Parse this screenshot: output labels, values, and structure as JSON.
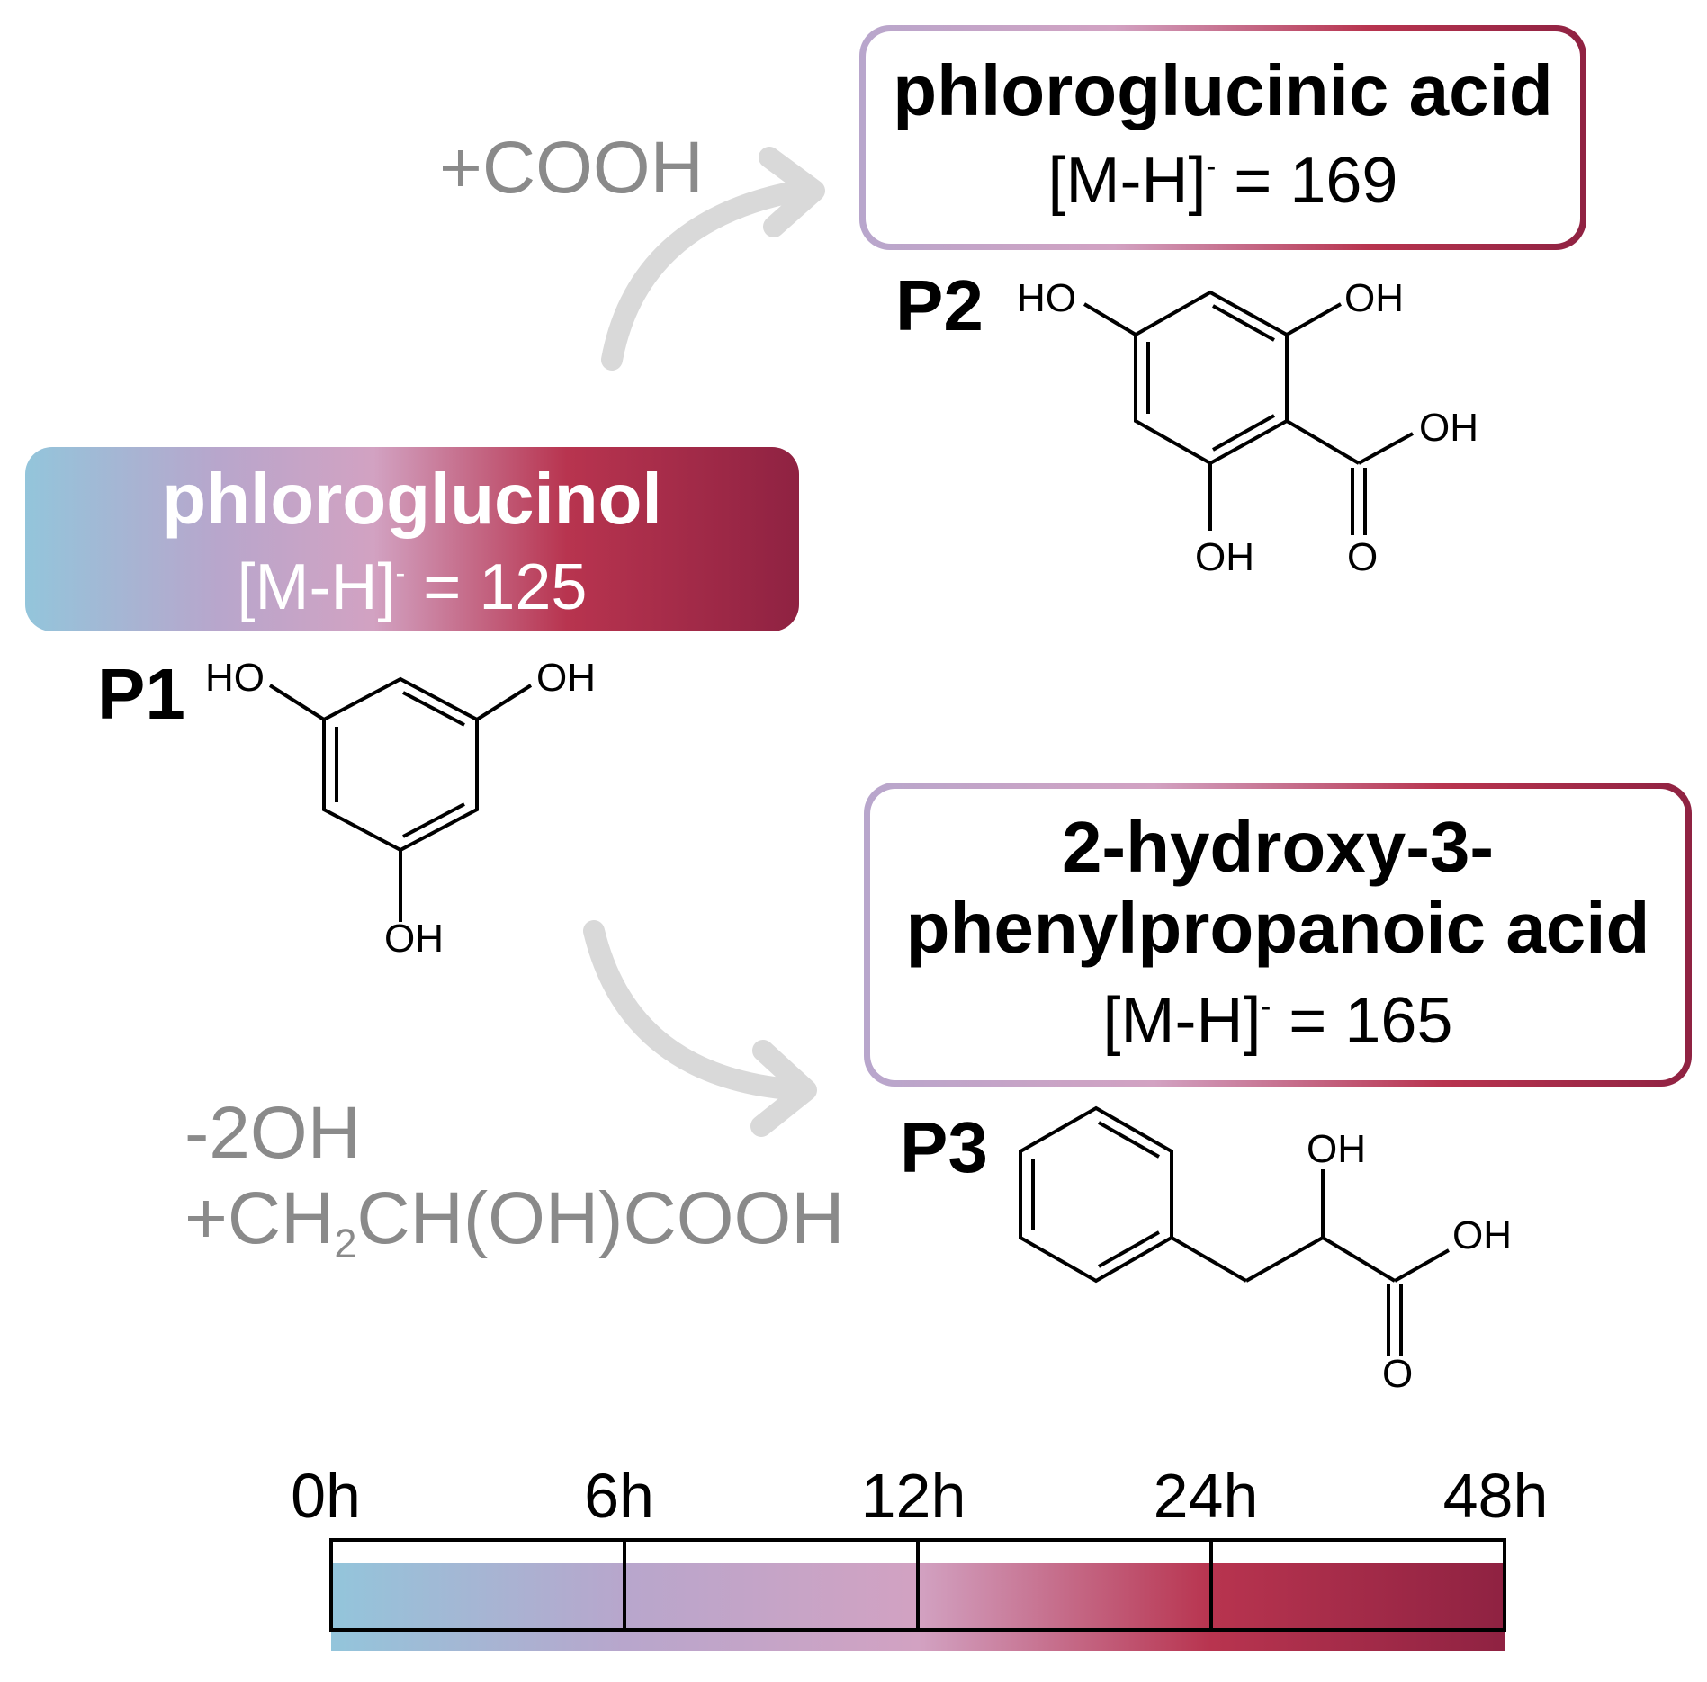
{
  "reactant": {
    "label": "P1",
    "name": "phloroglucinol",
    "mass_prefix": "[M-H]",
    "mass_sup": "-",
    "mass_value": " = 125",
    "substituents": {
      "top_left": "HO",
      "top_right": "OH",
      "bottom": "OH"
    }
  },
  "products": [
    {
      "label": "P2",
      "name": "phloroglucinic acid",
      "mass_prefix": "[M-H]",
      "mass_sup": "-",
      "mass_value": " = 169",
      "reaction": "+COOH",
      "substituents": {
        "ho": "HO",
        "oh_top": "OH",
        "oh_acid": "OH",
        "oh_bottom": "OH",
        "carbonyl": "O"
      }
    },
    {
      "label": "P3",
      "name_line1": "2-hydroxy-3-",
      "name_line2": "phenylpropanoic acid",
      "mass_prefix": "[M-H]",
      "mass_sup": "-",
      "mass_value": " = 165",
      "reaction_line1": "-2OH",
      "reaction_line2_a": "+CH",
      "reaction_line2_sub": "2",
      "reaction_line2_b": "CH(OH)COOH",
      "substituents": {
        "oh_alpha": "OH",
        "oh_acid": "OH",
        "carbonyl": "O"
      }
    }
  ],
  "timeline": {
    "ticks": [
      "0h",
      "6h",
      "12h",
      "24h",
      "48h"
    ],
    "colors": [
      "#93c5db",
      "#b8a6cc",
      "#d2a2c2",
      "#b8344f",
      "#8f2242"
    ]
  },
  "arrow_color": "#d9d9d9"
}
